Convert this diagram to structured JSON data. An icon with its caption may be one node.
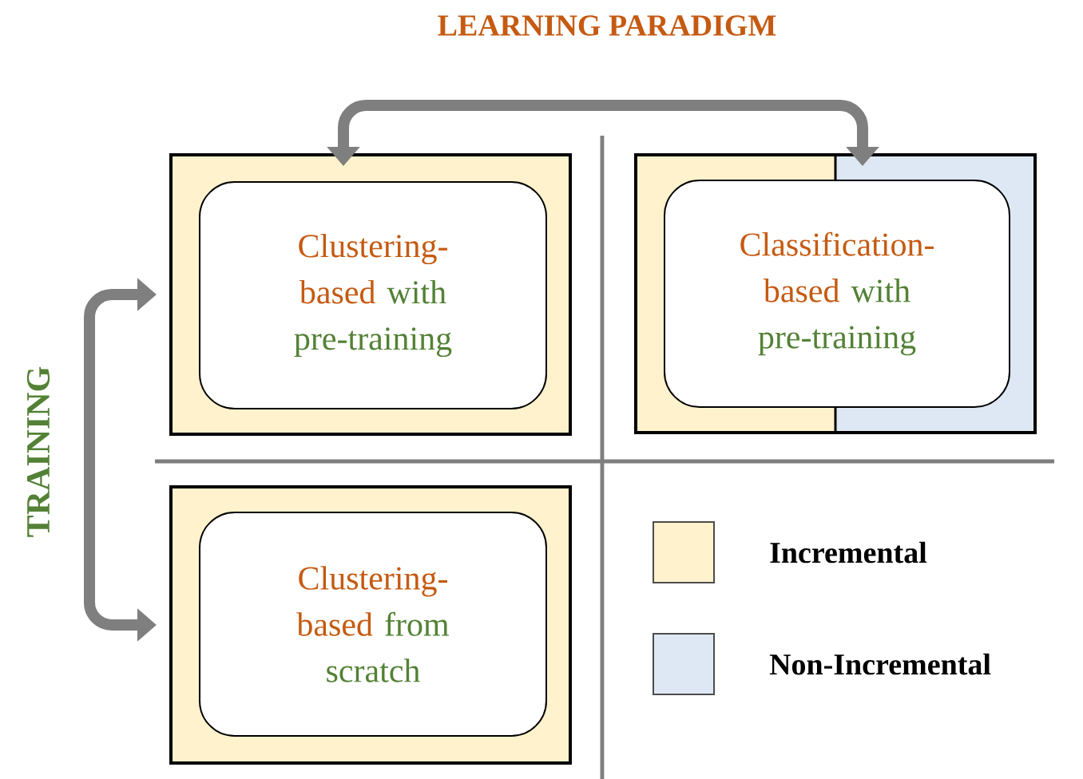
{
  "diagram": {
    "title": "LEARNING PARADIGM",
    "nodes": [
      {
        "text": [],
        "shape": "box"
      },
      {
        "text": [
          "Clustering-based",
          "with pre-training"
        ],
        "in": 0
      },
      {
        "text": [],
        "shape": "box"
      },
      {
        "text": [
          "Classification-based",
          "with pre-training"
        ],
        "in": 2
      },
      {
        "text": [],
        "shape": "box"
      },
      {
        "text": [
          "Clustering-based",
          "from scratch"
        ],
        "in": 4
      }
    ],
    "edges": [
      {
        "from": 0,
        "to": 2,
        "arrow": "both"
      },
      {
        "from": 0,
        "to": 4,
        "arrow": "both"
      }
    ],
    "labels": [
      "TRAINING"
    ],
    "legend": [
      {
        "text": "Incremental",
        "color": "#fff2cc"
      },
      {
        "text": "Non-Incremental",
        "color": "#dee8f4"
      }
    ]
  }
}
